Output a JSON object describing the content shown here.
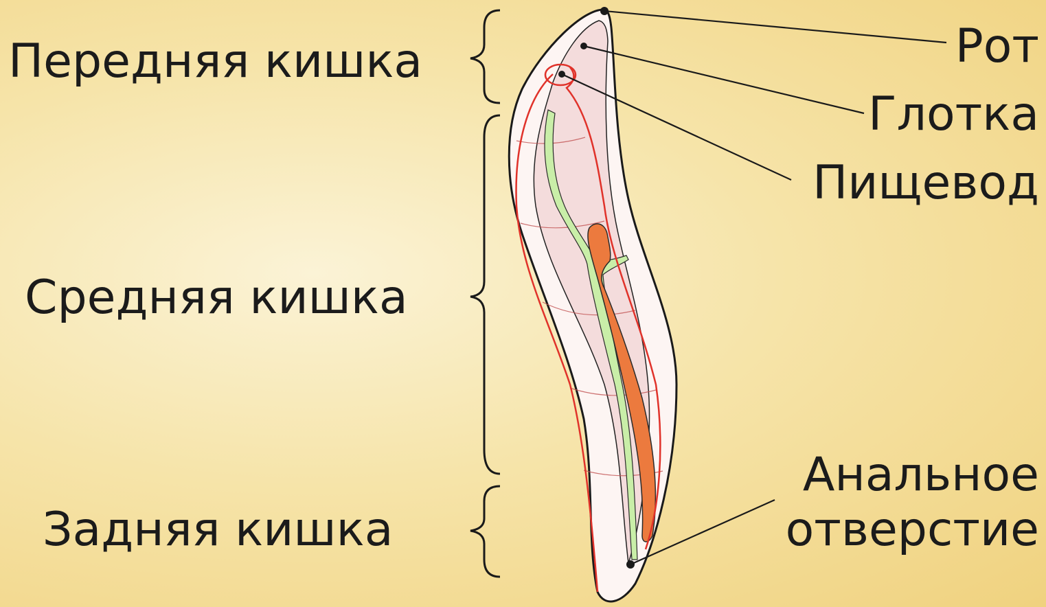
{
  "labels": {
    "foregut": "Передняя кишка",
    "midgut": "Средняя кишка",
    "hindgut": "Задняя кишка",
    "mouth": "Рот",
    "pharynx": "Глотка",
    "esophagus": "Пищевод",
    "anus_line1": "Анальное",
    "anus_line2": "отверстие"
  },
  "colors": {
    "body_fill": "#fdf5f3",
    "inner_fill": "#f4dcdc",
    "nerve_red": "#e0322a",
    "nerve_green": "#c9eea8",
    "gonad_orange": "#ec7a3e",
    "outline": "#1a1a1a"
  }
}
